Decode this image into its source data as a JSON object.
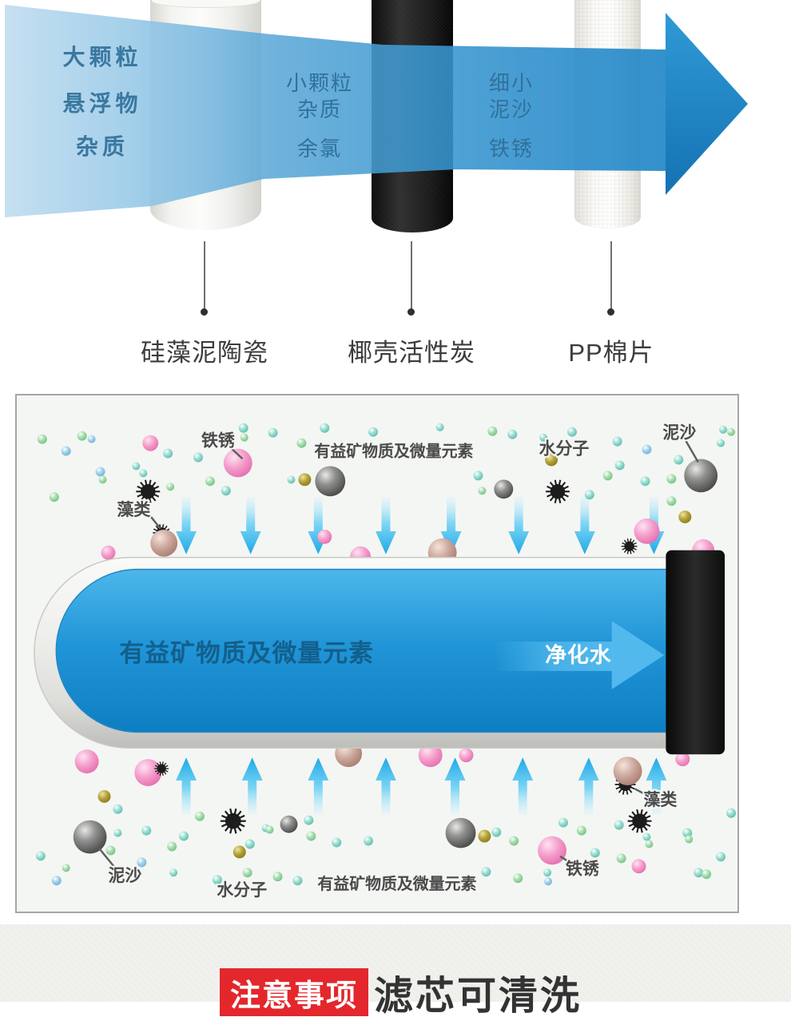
{
  "top_section": {
    "stages": [
      {
        "lines": [
          "大颗粒",
          "悬浮物",
          "杂质"
        ]
      },
      {
        "lines": [
          "小颗粒",
          "杂质",
          "余氯"
        ]
      },
      {
        "lines": [
          "细小",
          "泥沙",
          "铁锈"
        ]
      }
    ],
    "filter_names": [
      "硅藻泥陶瓷",
      "椰壳活性炭",
      "PP棉片"
    ]
  },
  "diagram": {
    "labels": {
      "rust_top": "铁锈",
      "algae_top": "藻类",
      "minerals_top": "有益矿物质及微量元素",
      "water_top": "水分子",
      "sediment_top": "泥沙",
      "sediment_bottom": "泥沙",
      "water_bottom": "水分子",
      "minerals_bottom": "有益矿物质及微量元素",
      "algae_bottom": "藻类",
      "rust_bottom": "铁锈"
    },
    "tube_text": "有益矿物质及微量元素",
    "purified_water": "净化水",
    "colors": {
      "band_blue": "#2b8fcc",
      "big_arrow_blue": "#1f81c0",
      "tube_blue": "#1f93d6",
      "flow_arrow_cyan": "#29aeea",
      "particle_pink": "#ef8ec3",
      "particle_teal": "#7fcdbf",
      "particle_green": "#8ccf96",
      "particle_blue": "#86bede",
      "particle_gray": "#6e6e6c",
      "particle_olive": "#a8973a",
      "particle_tan": "#c2a096",
      "algae_black": "#1d1d1d",
      "label_gray": "#4a4a4a",
      "box_bg": "#f4f6f3"
    },
    "arrows_down_x": [
      213,
      294,
      379,
      464,
      546,
      631,
      714,
      801
    ],
    "arrows_up_x": [
      213,
      296,
      379,
      464,
      551,
      636,
      719,
      804
    ],
    "particles_top": [
      [
        32,
        55,
        6,
        "g"
      ],
      [
        62,
        70,
        6,
        "b"
      ],
      [
        82,
        51,
        6,
        "g"
      ],
      [
        94,
        55,
        5,
        "b"
      ],
      [
        105,
        96,
        6,
        "b"
      ],
      [
        108,
        106,
        5,
        "g"
      ],
      [
        47,
        128,
        6,
        "g"
      ],
      [
        150,
        89,
        5,
        "t"
      ],
      [
        159,
        98,
        5,
        "t"
      ],
      [
        190,
        73,
        6,
        "t"
      ],
      [
        193,
        115,
        5,
        "g"
      ],
      [
        228,
        78,
        6,
        "t"
      ],
      [
        243,
        108,
        6,
        "g"
      ],
      [
        263,
        120,
        6,
        "t"
      ],
      [
        285,
        41,
        6,
        "t"
      ],
      [
        286,
        53,
        5,
        "g"
      ],
      [
        322,
        47,
        6,
        "t"
      ],
      [
        345,
        106,
        5,
        "t"
      ],
      [
        358,
        60,
        6,
        "g"
      ],
      [
        387,
        41,
        6,
        "t"
      ],
      [
        448,
        46,
        6,
        "t"
      ],
      [
        532,
        40,
        5,
        "t"
      ],
      [
        598,
        45,
        6,
        "g"
      ],
      [
        623,
        49,
        6,
        "t"
      ],
      [
        662,
        53,
        5,
        "t"
      ],
      [
        698,
        46,
        6,
        "t"
      ],
      [
        755,
        58,
        6,
        "t"
      ],
      [
        792,
        68,
        6,
        "b"
      ],
      [
        832,
        81,
        6,
        "t"
      ],
      [
        823,
        105,
        6,
        "g"
      ],
      [
        888,
        43,
        5,
        "t"
      ],
      [
        898,
        46,
        5,
        "g"
      ],
      [
        885,
        60,
        5,
        "t"
      ],
      [
        580,
        101,
        6,
        "t"
      ],
      [
        585,
        120,
        5,
        "g"
      ],
      [
        720,
        125,
        6,
        "t"
      ],
      [
        743,
        101,
        6,
        "g"
      ],
      [
        758,
        88,
        6,
        "t"
      ],
      [
        790,
        108,
        6,
        "t"
      ],
      [
        823,
        133,
        6,
        "g"
      ],
      [
        168,
        60,
        10,
        "pink"
      ],
      [
        278,
        85,
        18,
        "pink"
      ],
      [
        115,
        198,
        9,
        "pink"
      ],
      [
        387,
        178,
        9,
        "pink"
      ],
      [
        432,
        203,
        13,
        "pink"
      ],
      [
        792,
        171,
        16,
        "pink"
      ],
      [
        863,
        195,
        14,
        "pink"
      ],
      [
        165,
        121,
        15,
        "spiky"
      ],
      [
        182,
        173,
        11,
        "spiky"
      ],
      [
        680,
        121,
        15,
        "spiky"
      ],
      [
        770,
        190,
        10,
        "spiky"
      ],
      [
        185,
        186,
        17,
        "tan"
      ],
      [
        535,
        198,
        18,
        "tan"
      ],
      [
        394,
        108,
        19,
        "gray"
      ],
      [
        612,
        118,
        12,
        "gray"
      ],
      [
        860,
        101,
        21,
        "gray"
      ],
      [
        362,
        106,
        8,
        "olive"
      ],
      [
        672,
        81,
        8,
        "olive"
      ],
      [
        840,
        153,
        8,
        "olive"
      ]
    ],
    "particles_bottom": [
      [
        30,
        580,
        6,
        "t"
      ],
      [
        50,
        611,
        6,
        "b"
      ],
      [
        62,
        595,
        5,
        "g"
      ],
      [
        127,
        521,
        6,
        "t"
      ],
      [
        118,
        573,
        6,
        "g"
      ],
      [
        127,
        551,
        5,
        "t"
      ],
      [
        163,
        548,
        6,
        "t"
      ],
      [
        157,
        588,
        6,
        "b"
      ],
      [
        195,
        568,
        6,
        "g"
      ],
      [
        197,
        601,
        5,
        "t"
      ],
      [
        210,
        555,
        6,
        "t"
      ],
      [
        230,
        530,
        6,
        "g"
      ],
      [
        252,
        610,
        6,
        "t"
      ],
      [
        290,
        601,
        6,
        "g"
      ],
      [
        293,
        565,
        6,
        "t"
      ],
      [
        313,
        545,
        5,
        "t"
      ],
      [
        318,
        547,
        5,
        "g"
      ],
      [
        367,
        535,
        6,
        "t"
      ],
      [
        370,
        555,
        6,
        "g"
      ],
      [
        402,
        563,
        6,
        "t"
      ],
      [
        442,
        561,
        6,
        "t"
      ],
      [
        328,
        606,
        6,
        "g"
      ],
      [
        353,
        611,
        6,
        "t"
      ],
      [
        590,
        600,
        6,
        "t"
      ],
      [
        630,
        608,
        6,
        "g"
      ],
      [
        667,
        601,
        5,
        "t"
      ],
      [
        668,
        612,
        5,
        "b"
      ],
      [
        603,
        550,
        6,
        "t"
      ],
      [
        625,
        561,
        6,
        "g"
      ],
      [
        687,
        538,
        6,
        "t"
      ],
      [
        710,
        548,
        6,
        "g"
      ],
      [
        727,
        576,
        6,
        "t"
      ],
      [
        757,
        541,
        6,
        "t"
      ],
      [
        760,
        583,
        6,
        "g"
      ],
      [
        792,
        556,
        5,
        "t"
      ],
      [
        795,
        565,
        5,
        "g"
      ],
      [
        843,
        551,
        6,
        "t"
      ],
      [
        845,
        559,
        5,
        "g"
      ],
      [
        857,
        601,
        6,
        "t"
      ],
      [
        867,
        603,
        6,
        "g"
      ],
      [
        885,
        581,
        6,
        "t"
      ],
      [
        898,
        526,
        6,
        "t"
      ],
      [
        88,
        461,
        15,
        "pink"
      ],
      [
        165,
        475,
        17,
        "pink"
      ],
      [
        565,
        453,
        9,
        "pink"
      ],
      [
        520,
        453,
        15,
        "pink"
      ],
      [
        673,
        573,
        18,
        "pink"
      ],
      [
        837,
        458,
        9,
        "pink"
      ],
      [
        782,
        593,
        9,
        "pink"
      ],
      [
        182,
        470,
        9,
        "spiky"
      ],
      [
        272,
        536,
        16,
        "spiky"
      ],
      [
        765,
        490,
        13,
        "spiky"
      ],
      [
        783,
        536,
        15,
        "spiky"
      ],
      [
        110,
        505,
        8,
        "olive"
      ],
      [
        280,
        575,
        8,
        "olive"
      ],
      [
        588,
        555,
        8,
        "olive"
      ],
      [
        92,
        556,
        21,
        "gray"
      ],
      [
        342,
        540,
        11,
        "gray"
      ],
      [
        558,
        551,
        19,
        "gray"
      ],
      [
        417,
        451,
        17,
        "tan"
      ],
      [
        768,
        473,
        18,
        "tan"
      ]
    ]
  },
  "footer": {
    "badge_label": "注意事项",
    "headline": "滤芯可清洗",
    "badge_color": "#e3272c"
  }
}
